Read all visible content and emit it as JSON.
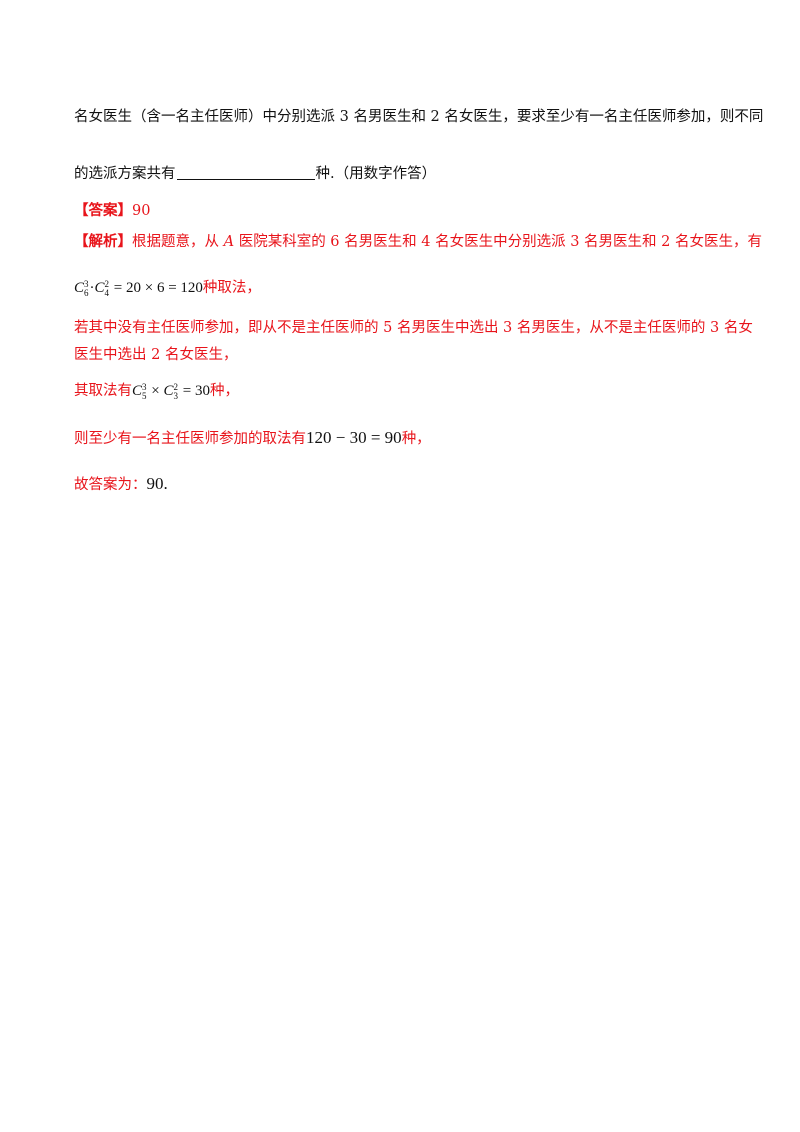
{
  "question": {
    "line1": "名女医生（含一名主任医师）中分别选派 3 名男医生和 2 名女医生，要求至少有一名主任医师参加，则不同",
    "line2_before": "的选派方案共有",
    "line2_after": "种.（用数字作答）"
  },
  "answer": {
    "label": "【答案】",
    "value": "90"
  },
  "analysis": {
    "label": "【解析】",
    "line1_a": "根据题意，从 ",
    "line1_var": "A",
    "line1_b": " 医院某科室的 6 名男医生和 4 名女医生中分别选派 3 名男医生和 2 名女医生，有",
    "formula1": {
      "c1": "C",
      "c1_sup": "3",
      "c1_sub": "6",
      "dot": "·",
      "c2": "C",
      "c2_sup": "2",
      "c2_sub": "4",
      "rest": " = 20 × 6 = 120"
    },
    "formula1_tail": "种取法，",
    "line3": "若其中没有主任医师参加，即从不是主任医师的 5 名男医生中选出 3 名男医生，从不是主任医师的 3 名女",
    "line4": "医生中选出 2 名女医生，",
    "line5_before": "其取法有",
    "formula2": {
      "c1": "C",
      "c1_sup": "3",
      "c1_sub": "5",
      "times": " × ",
      "c2": "C",
      "c2_sup": "2",
      "c2_sub": "3",
      "rest": " = 30"
    },
    "line5_after": "种，",
    "line6_before": "则至少有一名主任医师参加的取法有",
    "formula3": "120 − 30 = 90",
    "line6_after": "种，",
    "line7_before": "故答案为：",
    "line7_value": "90."
  }
}
